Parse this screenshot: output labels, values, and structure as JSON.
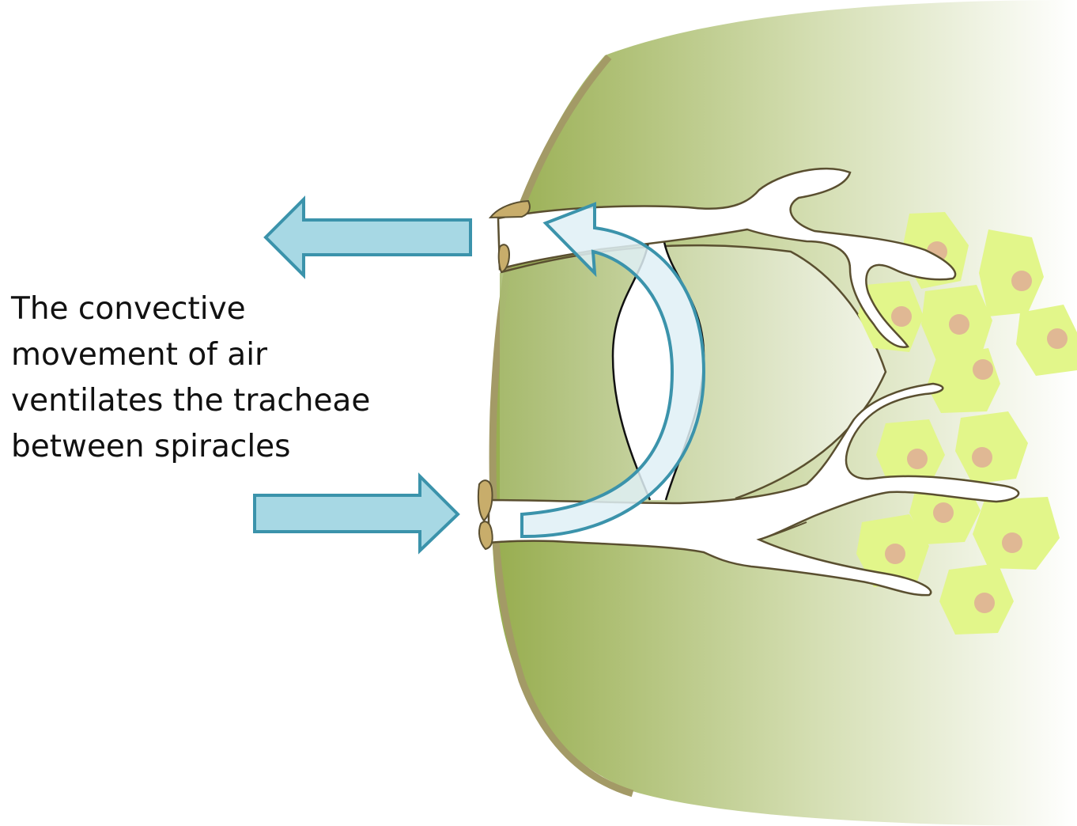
{
  "caption": {
    "lines": [
      "The convective",
      "movement of air",
      "ventilates the tracheae",
      "between spiracles"
    ]
  },
  "colors": {
    "body_fill_dark": "#97ad4f",
    "body_fill_light": "#ffffff",
    "cuticle": "#a39a66",
    "trachea_fill": "#ffffff",
    "trachea_stroke": "#5a4f30",
    "spiracle": "#c8ad6b",
    "arrow_fill": "#a7d8e4",
    "arrow_stroke": "#3b93ab",
    "cell_fill": "#e2f68a",
    "cell_nucleus": "#e0b894",
    "text": "#111111"
  },
  "icons": {
    "outflow": "arrow-left-icon",
    "inflow": "arrow-right-icon",
    "circulation": "curved-arrow-icon"
  }
}
